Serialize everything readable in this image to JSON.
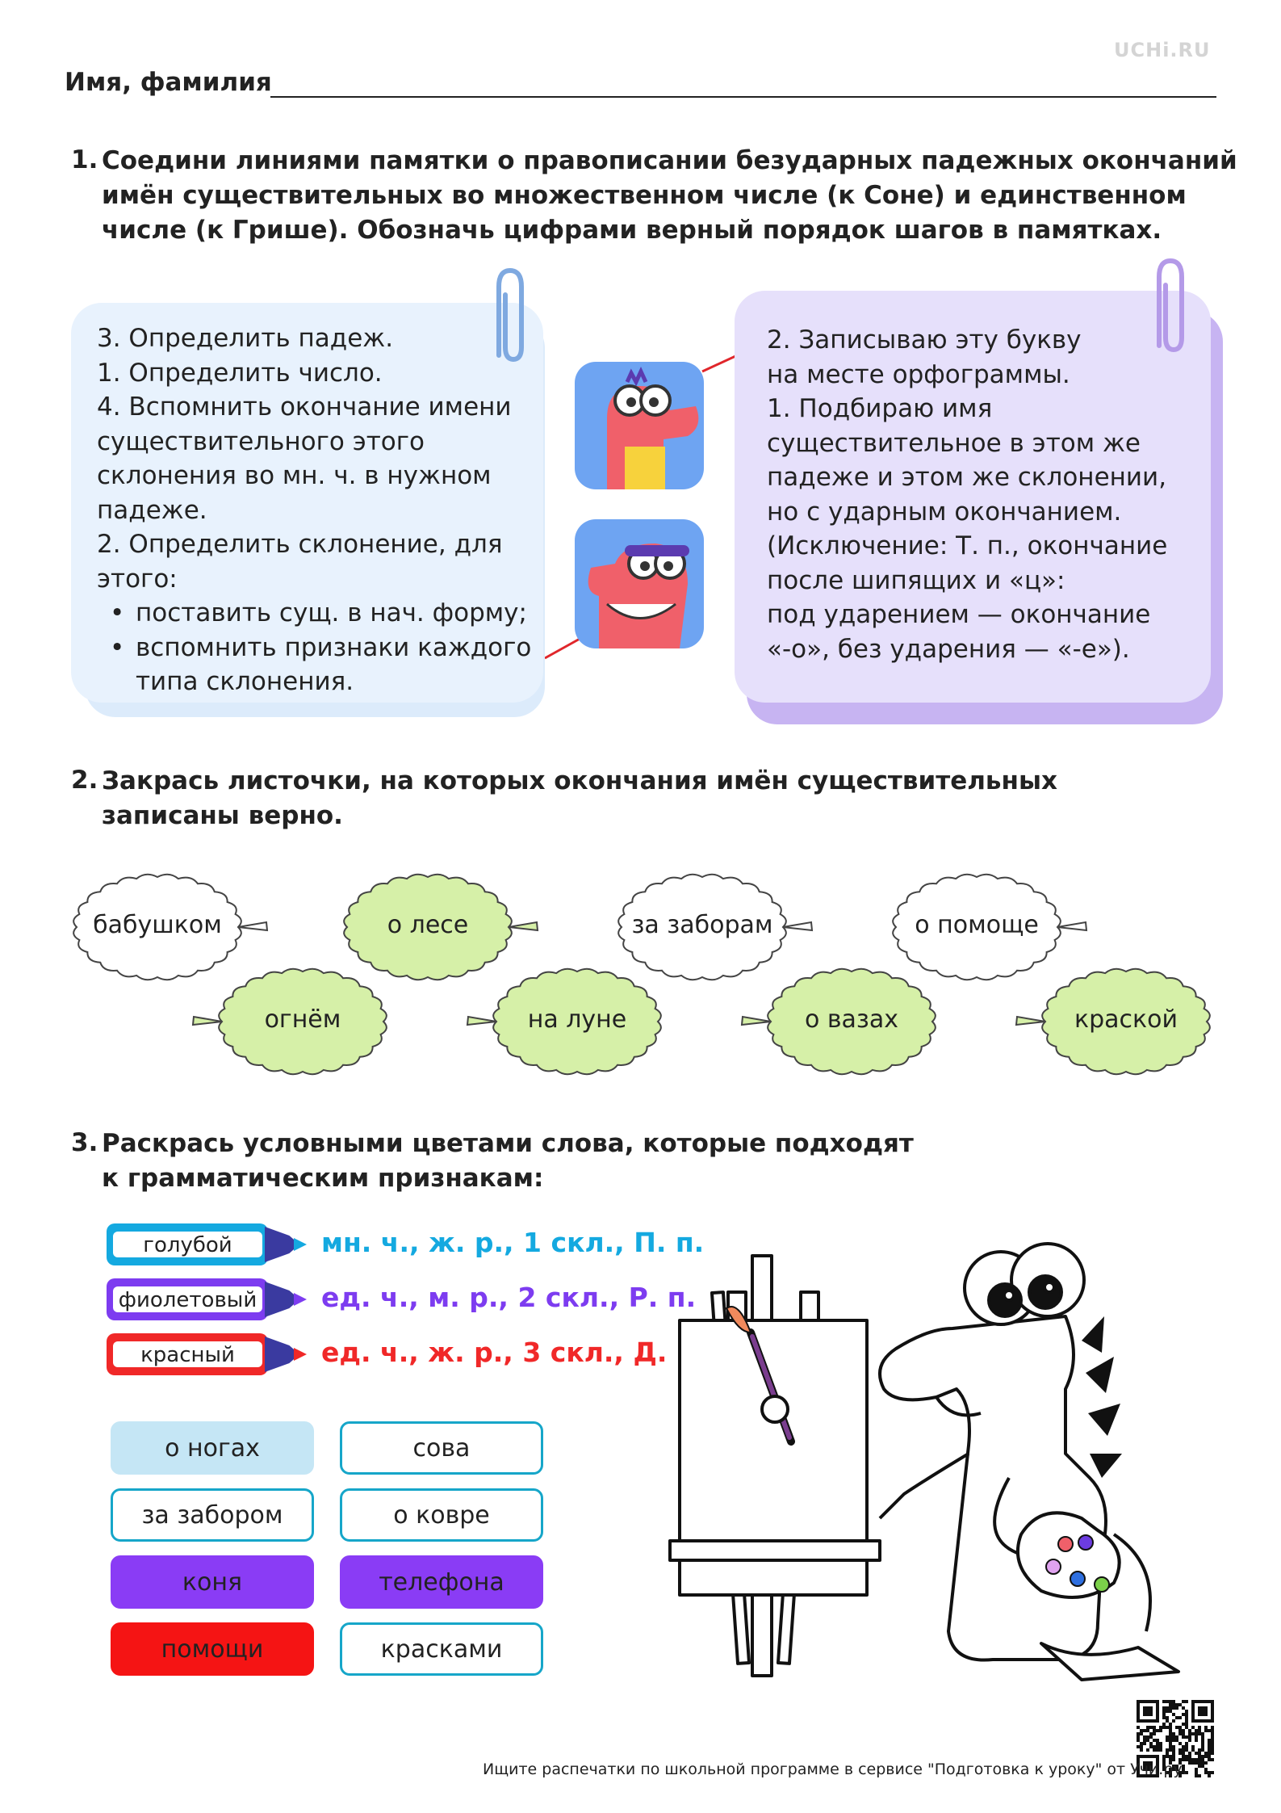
{
  "brand": "UCHi.RU",
  "header": {
    "name_label": "Имя, фамилия"
  },
  "task1": {
    "number": "1.",
    "lines": [
      "Соедини линиями памятки о правописании безударных падежных окончаний",
      "имён существительных во множественном числе (к Соне) и единственном",
      "числе (к Грише). Обозначь цифрами верный порядок шагов в памятках."
    ],
    "left_card": {
      "lines": [
        "3. Определить падеж.",
        "1. Определить число.",
        "4. Вспомнить окончание имени",
        "существительного этого",
        "склонения во мн. ч. в нужном",
        "падеже.",
        "2. Определить склонение, для",
        "этого:"
      ],
      "bullets": [
        [
          "поставить сущ. в нач. форму;"
        ],
        [
          "вспомнить признаки каждого",
          "типа склонения."
        ]
      ]
    },
    "right_card": {
      "lines": [
        "2. Записываю эту букву",
        "на месте орфограммы.",
        "1. Подбираю имя",
        "существительное в этом же",
        "падеже и этом же склонении,",
        "но с ударным окончанием.",
        "(Исключение: Т. п., окончание",
        "после шипящих и «ц»:",
        "под ударением — окончание",
        "«-о»,  без ударения — «-е»)."
      ]
    }
  },
  "task2": {
    "number": "2.",
    "lines": [
      "Закрась листочки, на которых окончания имён существительных",
      "записаны верно."
    ],
    "leaves": [
      {
        "label": "бабушком",
        "colored": false
      },
      {
        "label": "о лесе",
        "colored": true
      },
      {
        "label": "за заборам",
        "colored": false
      },
      {
        "label": "о помоще",
        "colored": false
      },
      {
        "label": "огнём",
        "colored": true
      },
      {
        "label": "на луне",
        "colored": true
      },
      {
        "label": "о вазах",
        "colored": true
      },
      {
        "label": "краской",
        "colored": true
      }
    ]
  },
  "task3": {
    "number": "3.",
    "lines": [
      "Раскрась условными цветами слова, которые подходят",
      "к грамматическим признакам:"
    ],
    "markers": [
      {
        "label": "голубой",
        "criteria": "мн. ч., ж. р., 1 скл., П. п.",
        "color": "#14a9e0",
        "tip": "#3a3aa0"
      },
      {
        "label": "фиолетовый",
        "criteria": "ед. ч., м. р., 2 скл., Р. п.",
        "color": "#7d3cf0",
        "tip": "#3a3aa0"
      },
      {
        "label": "красный",
        "criteria": "ед. ч., ж. р., 3 скл., Д. п.",
        "color": "#f02828",
        "tip": "#3a3aa0"
      }
    ],
    "words": [
      {
        "label": "о ногах",
        "fill": "#c5e6f5",
        "border": "#c5e6f5",
        "text": "#222"
      },
      {
        "label": "сова",
        "fill": "#ffffff",
        "border": "#16a6c9",
        "text": "#222"
      },
      {
        "label": "за забором",
        "fill": "#ffffff",
        "border": "#16a6c9",
        "text": "#222"
      },
      {
        "label": "о ковре",
        "fill": "#ffffff",
        "border": "#16a6c9",
        "text": "#222"
      },
      {
        "label": "коня",
        "fill": "#8a3cf5",
        "border": "#8a3cf5",
        "text": "#222"
      },
      {
        "label": "телефона",
        "fill": "#8a3cf5",
        "border": "#8a3cf5",
        "text": "#222"
      },
      {
        "label": "помощи",
        "fill": "#f51414",
        "border": "#f51414",
        "text": "#222"
      },
      {
        "label": "красками",
        "fill": "#ffffff",
        "border": "#16a6c9",
        "text": "#222"
      }
    ]
  },
  "footer": "Ищите распечатки по школьной программе в сервисе \"Подготовка к уроку\" от Учи.ру.",
  "colors": {
    "left_card": "#e6f1fd",
    "left_shadow": "#e3f0fc",
    "right_card": "#e7e0fb",
    "right_shadow": "#c7b4f2",
    "leaf_green": "#d6f0a8",
    "leaf_stroke": "#444444",
    "connector": "#e0262b"
  }
}
